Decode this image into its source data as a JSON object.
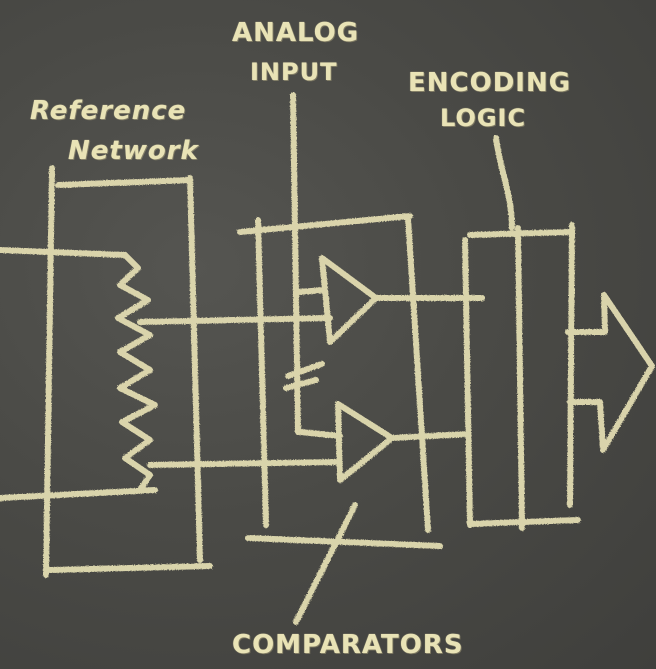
{
  "labels": {
    "analog_input_line1": "ANALOG",
    "analog_input_line2": "INPUT",
    "encoding_logic_line1": "ENCODING",
    "encoding_logic_line2": "LOGIC",
    "reference_network_line1": "Reference",
    "reference_network_line2": "Network",
    "comparators": "COMPARATORS"
  },
  "colors": {
    "chalk": "#e9e3b6",
    "board": "#4a4a47"
  }
}
